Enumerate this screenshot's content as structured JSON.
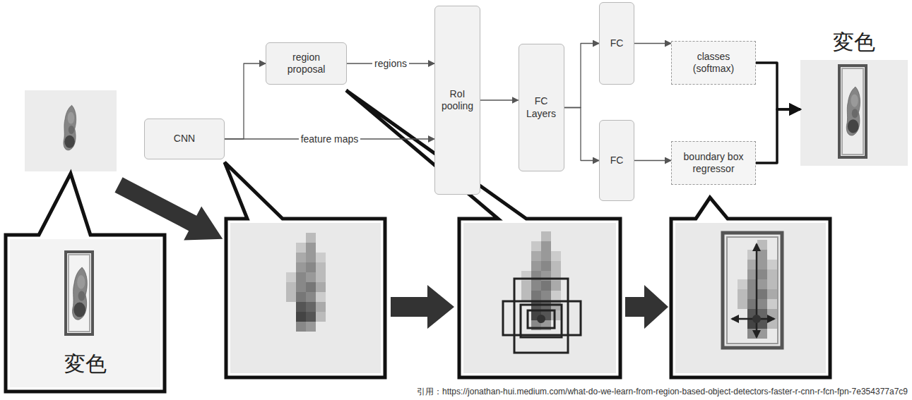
{
  "diagram": {
    "nodes": [
      {
        "text": [
          "CNN"
        ]
      },
      {
        "text": [
          "region proposal"
        ]
      },
      {
        "text": [
          "RoI pooling"
        ]
      },
      {
        "text": [
          "FC Layers"
        ]
      },
      {
        "text": [
          "FC"
        ]
      },
      {
        "text": [
          "FC"
        ]
      },
      {
        "text": [
          "classes (softmax)"
        ]
      },
      {
        "text": [
          "boundary box regressor"
        ]
      },
      {
        "text": [
          "変色"
        ]
      },
      {
        "text": [
          "変色"
        ]
      }
    ],
    "edges": [
      {
        "from": 0,
        "to": 1,
        "arrow": "to"
      },
      {
        "from": 0,
        "to": 2,
        "label": "feature maps",
        "arrow": "to"
      },
      {
        "from": 1,
        "to": 2,
        "label": "regions",
        "arrow": "to"
      },
      {
        "from": 2,
        "to": 3,
        "arrow": "to"
      },
      {
        "from": 3,
        "to": 4,
        "arrow": "to"
      },
      {
        "from": 3,
        "to": 5,
        "arrow": "to"
      },
      {
        "from": 4,
        "to": 6,
        "arrow": "to"
      },
      {
        "from": 5,
        "to": 7,
        "arrow": "to"
      },
      {
        "from": 6,
        "to": 8,
        "arrow": "to"
      },
      {
        "from": 7,
        "to": 8,
        "arrow": "to"
      }
    ],
    "labels": [
      "引用：https://jonathan-hui.medium.com/what-do-we-learn-from-region-based-object-detectors-faster-r-cnn-r-fcn-fpn-7e354377a7c9"
    ]
  }
}
